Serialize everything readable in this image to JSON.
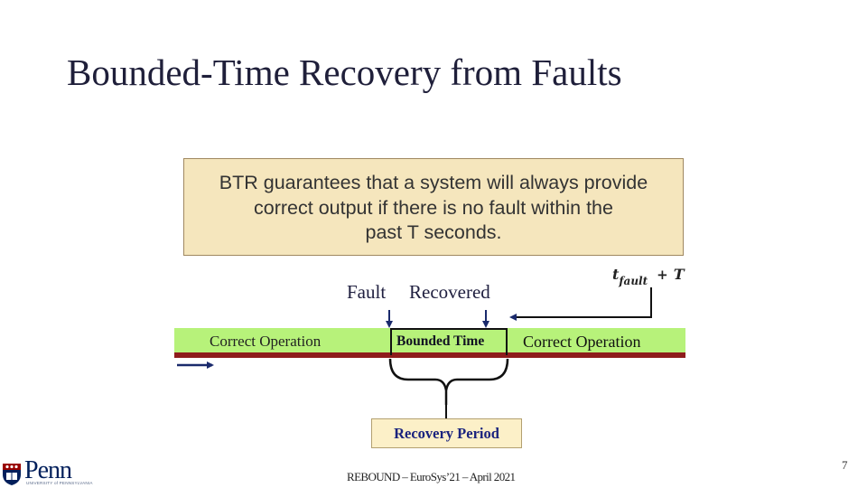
{
  "slide": {
    "title": "Bounded-Time Recovery from Faults",
    "callout_lines": [
      "BTR guarantees that a system will always provide",
      "correct output if there is no fault within the",
      "past T seconds."
    ]
  },
  "timeline": {
    "fault_label": "Fault",
    "recovered_label": "Recovered",
    "tfault": {
      "t": "t",
      "sub": "fault",
      "plus": "+",
      "T": "T"
    },
    "segments": {
      "correct_before": "Correct Operation",
      "bounded": "Bounded Time",
      "correct_after": "Correct Operation"
    },
    "recovery_period": "Recovery Period"
  },
  "footer": {
    "text": "REBOUND – EuroSys’21 – April 2021",
    "page_number": "7",
    "logo_text": "Penn",
    "logo_subtext": "UNIVERSITY of PENNSYLVANIA"
  },
  "colors": {
    "bar_green": "#b7f27a",
    "bar_red": "#8e1c1c",
    "callout_fill": "#f5e6bd",
    "arrow_blue": "#1a2a6c",
    "logo_blue": "#011f5b",
    "logo_red": "#990000"
  }
}
